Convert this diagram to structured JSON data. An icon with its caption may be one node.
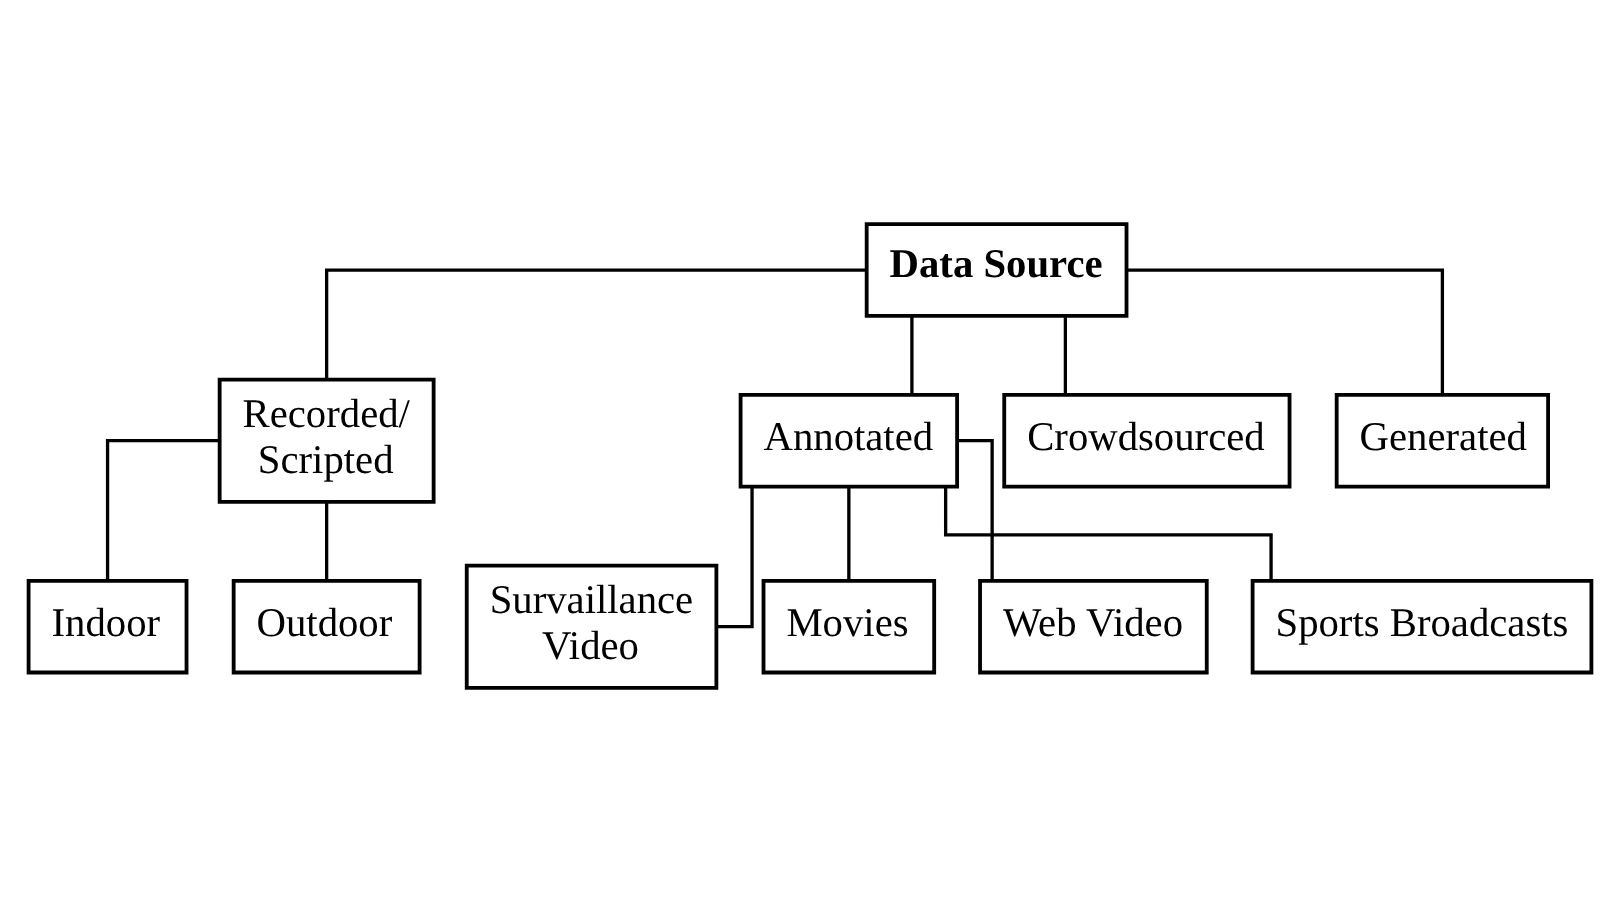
{
  "diagram": {
    "nodes": [
      {
        "text": [
          "Data Source"
        ]
      },
      {
        "text": [
          "Recorded/ Scripted"
        ]
      },
      {
        "text": [
          "Annotated"
        ]
      },
      {
        "text": [
          "Crowdsourced"
        ]
      },
      {
        "text": [
          "Generated"
        ]
      },
      {
        "text": [
          "Indoor"
        ]
      },
      {
        "text": [
          "Outdoor"
        ]
      },
      {
        "text": [
          "Survaillance Video"
        ]
      },
      {
        "text": [
          "Movies"
        ]
      },
      {
        "text": [
          "Web Video"
        ]
      },
      {
        "text": [
          "Sports Broadcasts"
        ]
      }
    ],
    "edges": [
      {
        "from": 0,
        "to": 1,
        "arrow": "none"
      },
      {
        "from": 0,
        "to": 2,
        "arrow": "none"
      },
      {
        "from": 0,
        "to": 3,
        "arrow": "none"
      },
      {
        "from": 0,
        "to": 4,
        "arrow": "none"
      },
      {
        "from": 1,
        "to": 5,
        "arrow": "none"
      },
      {
        "from": 1,
        "to": 6,
        "arrow": "none"
      },
      {
        "from": 2,
        "to": 7,
        "arrow": "none"
      },
      {
        "from": 2,
        "to": 8,
        "arrow": "none"
      },
      {
        "from": 2,
        "to": 9,
        "arrow": "none"
      },
      {
        "from": 2,
        "to": 10,
        "arrow": "none"
      }
    ]
  }
}
